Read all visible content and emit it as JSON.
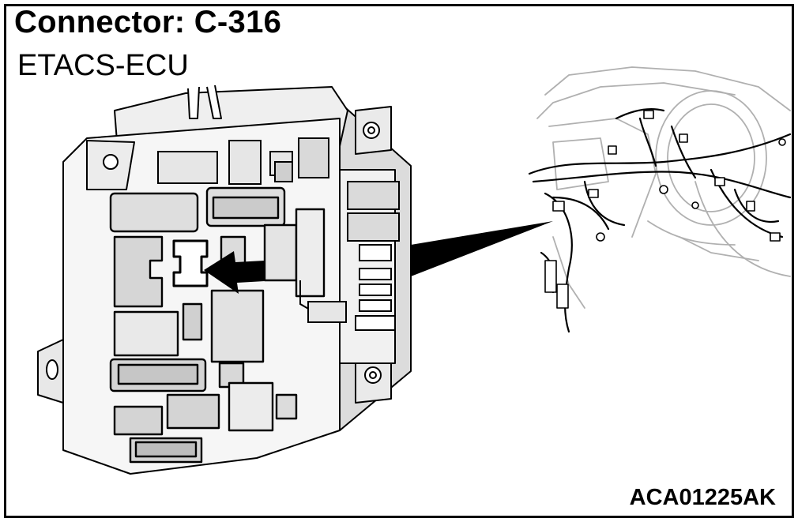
{
  "header": {
    "connector_title": "Connector: C-316",
    "component_name": "ETACS-ECU"
  },
  "footer": {
    "figure_code": "ACA01225AK"
  },
  "icons": {
    "locator_arrow": "arrow-icon",
    "callout_pointer": "callout-wedge"
  },
  "colors": {
    "ink": "#000000",
    "fill_light": "#f2f2f2",
    "fill_mid": "#e4e4e4",
    "fill_dark": "#cfcfcf",
    "harness_sketch": "#9a9a9a"
  }
}
